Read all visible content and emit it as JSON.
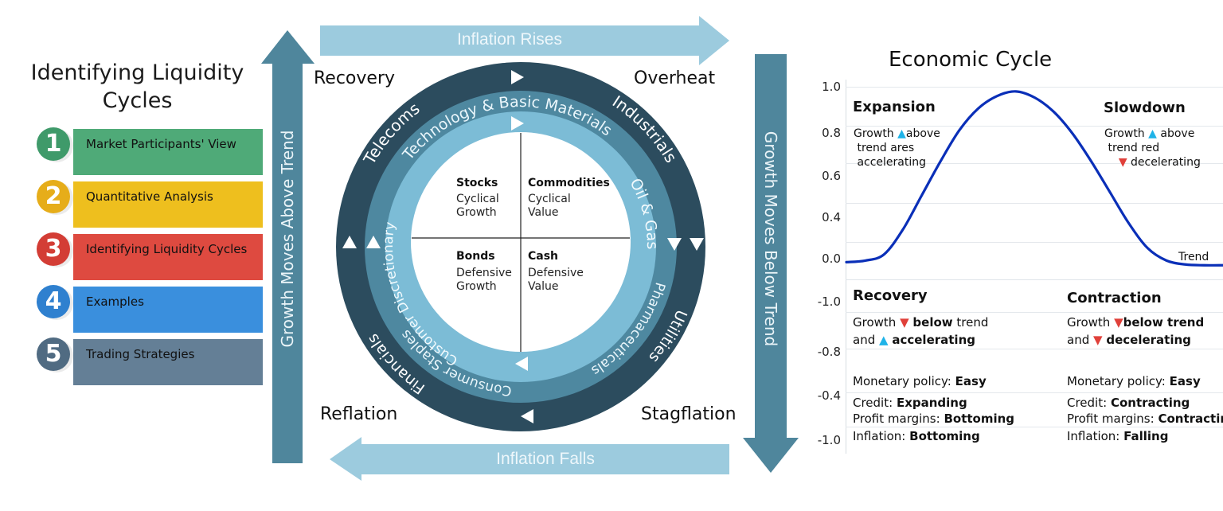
{
  "left_panel": {
    "title_line1": "Identifying Liquidity",
    "title_line2": "Cycles",
    "steps": [
      {
        "number": "1",
        "label": "Market Participants' View",
        "color": "#4faa78",
        "badge_color": "#3f9a6a"
      },
      {
        "number": "2",
        "label": "Quantitative Analysis",
        "color": "#eebf1e",
        "badge_color": "#e6ad1a"
      },
      {
        "number": "3",
        "label": "Identifying Liquidity Cycles",
        "color": "#de4a40",
        "badge_color": "#d33d35"
      },
      {
        "number": "4",
        "label": "Examples",
        "color": "#3a8fdd",
        "badge_color": "#2f80cf"
      },
      {
        "number": "5",
        "label": "Trading Strategies",
        "color": "#647f96",
        "badge_color": "#506b82"
      }
    ]
  },
  "clock": {
    "top_arrow": "Inflation Rises",
    "bottom_arrow": "Inflation Falls",
    "left_arrow": "Growth Moves Above Trend",
    "right_arrow": "Growth Moves Below Trend",
    "phases": {
      "top_left": "Recovery",
      "top_right": "Overheat",
      "bottom_left": "Reflation",
      "bottom_right": "Stagflation"
    },
    "outer_ring": [
      "Telecoms",
      "Industrials",
      "Utilities",
      "Financials"
    ],
    "middle_ring": [
      "Technology & Basic Materials",
      "Pharmaceuticals",
      "Consumer Staples"
    ],
    "inner_ring": [
      "Customer Discretionary",
      "Oil & Gas"
    ],
    "quadrants": [
      {
        "asset": "Stocks",
        "line1": "Cyclical",
        "line2": "Growth"
      },
      {
        "asset": "Commodities",
        "line1": "Cyclical",
        "line2": "Value"
      },
      {
        "asset": "Bonds",
        "line1": "Defensive",
        "line2": "Growth"
      },
      {
        "asset": "Cash",
        "line1": "Defensive",
        "line2": "Value"
      }
    ],
    "colors": {
      "outer": "#2c4c5e",
      "middle": "#4e88a0",
      "inner": "#7cbcd6",
      "arrow_light": "#9ccbde",
      "arrow_dark": "#4f869c"
    }
  },
  "chart_data": {
    "type": "line",
    "title": "Economic Cycle",
    "xlabel": "",
    "ylabel": "",
    "y_ticks_upper": [
      "1.0",
      "0.8",
      "0.6",
      "0.4",
      "0.0"
    ],
    "y_ticks_lower": [
      "-1.0",
      "-0.8",
      "-0.4",
      "-1.0"
    ],
    "ylim": [
      -0.15,
      1.0
    ],
    "grid": true,
    "series": [
      {
        "name": "Economic Cycle",
        "color": "#0a2fb8",
        "x": [
          0,
          0.05,
          0.1,
          0.15,
          0.2,
          0.25,
          0.3,
          0.35,
          0.4,
          0.45,
          0.5,
          0.55,
          0.6,
          0.65,
          0.7,
          0.75,
          0.8,
          0.85,
          0.9,
          0.95,
          1.0
        ],
        "y": [
          -0.13,
          -0.12,
          -0.08,
          0.08,
          0.3,
          0.52,
          0.72,
          0.86,
          0.94,
          0.97,
          0.93,
          0.84,
          0.7,
          0.52,
          0.32,
          0.12,
          -0.04,
          -0.12,
          -0.145,
          -0.15,
          -0.15
        ]
      }
    ],
    "annotations": {
      "trend_label": "Trend",
      "expansion": {
        "title": "Expansion",
        "lines": [
          "Growth",
          "above",
          "trend ares",
          "accelerating"
        ]
      },
      "slowdown": {
        "title": "Slowdown",
        "lines": [
          "Growth",
          "above",
          "trend red",
          "decelerating"
        ]
      }
    }
  },
  "phase_table": {
    "recovery": {
      "title": "Recovery",
      "growth_a": "Growth",
      "growth_b": "below",
      "growth_c": "trend",
      "and": "and",
      "accel": "accelerating",
      "monetary_label": "Monetary policy:",
      "monetary_value": "Easy",
      "credit_label": "Credit:",
      "credit_value": "Expanding",
      "profit_label": "Profit margins:",
      "profit_value": "Bottoming",
      "inflation_label": "Inflation:",
      "inflation_value": "Bottoming"
    },
    "contraction": {
      "title": "Contraction",
      "growth_a": "Growth",
      "growth_b": "below trend",
      "and": "and",
      "decel": "decelerating",
      "monetary_label": "Monetary policy:",
      "monetary_value": "Easy",
      "credit_label": "Credit:",
      "credit_value": "Contracting",
      "profit_label": "Profit margins:",
      "profit_value": "Contracting",
      "inflation_label": "Inflation:",
      "inflation_value": "Falling"
    }
  },
  "icons": {
    "up": "▲",
    "down": "▼",
    "right": "▶",
    "left": "◀"
  }
}
